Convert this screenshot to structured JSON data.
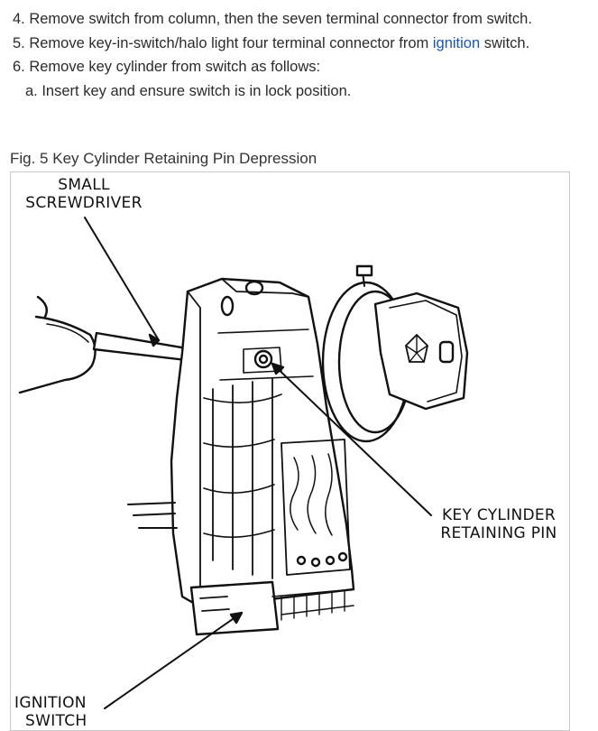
{
  "steps": {
    "step4": "4. Remove switch from column, then the seven terminal connector from switch.",
    "step5_pre": "5. Remove key-in-switch/halo light four terminal connector from ",
    "step5_link": "ignition",
    "step5_post": " switch.",
    "step6": "6. Remove key cylinder from switch as follows:",
    "step6a": "a. Insert key and ensure switch is in lock position."
  },
  "figure": {
    "caption": "Fig. 5 Key Cylinder Retaining Pin Depression",
    "labels": {
      "screwdriver_line1": "SMALL",
      "screwdriver_line2": "SCREWDRIVER",
      "pin_line1": "KEY CYLINDER",
      "pin_line2": "RETAINING PIN",
      "switch_line1": "IGNITION",
      "switch_line2": "SWITCH"
    }
  },
  "colors": {
    "text": "#2b2b2b",
    "link": "#1a56b0",
    "line_art": "#111111"
  }
}
